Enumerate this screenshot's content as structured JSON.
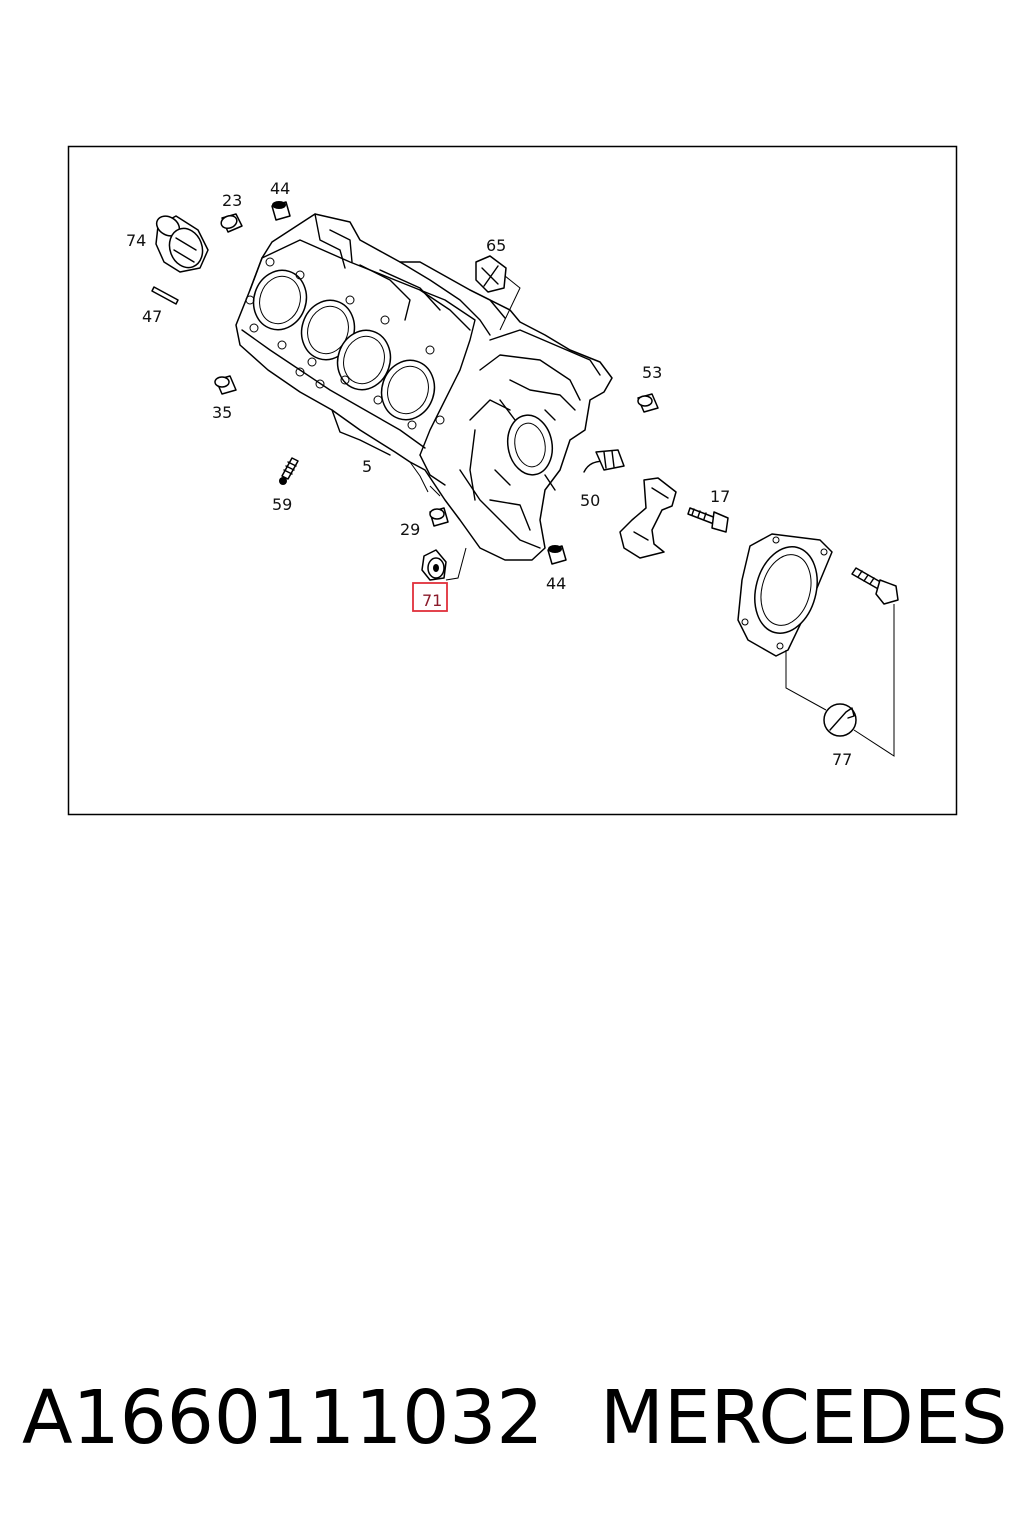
{
  "diagram": {
    "labels": {
      "p74": "74",
      "p23": "23",
      "p44a": "44",
      "p65": "65",
      "p47": "47",
      "p35": "35",
      "p53": "53",
      "p5": "5",
      "p59": "59",
      "p50": "50",
      "p17": "17",
      "p29": "29",
      "p44b": "44",
      "p71": "71",
      "p77": "77"
    },
    "highlight": {
      "part": "71",
      "color": "#e0303a"
    }
  },
  "footer": {
    "part_number": "A1660111032",
    "brand": "MERCEDES"
  }
}
